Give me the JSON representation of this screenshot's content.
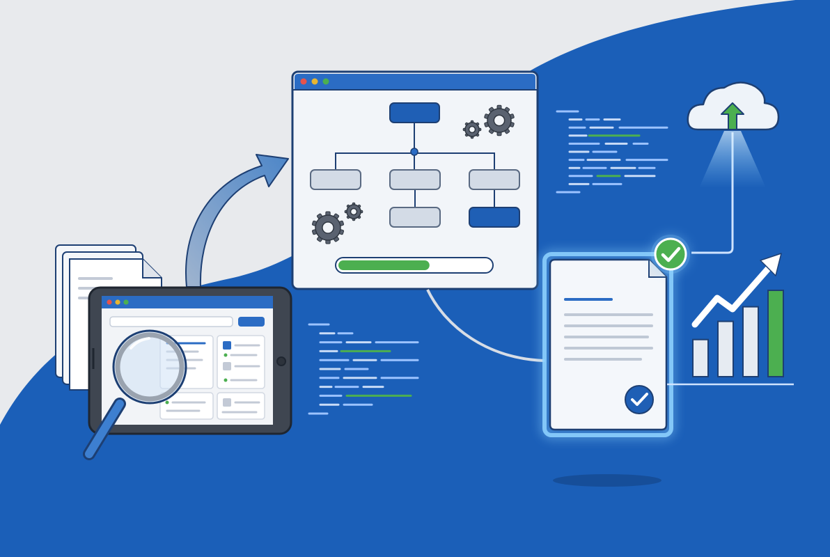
{
  "scene": {
    "title": "",
    "colors": {
      "background_light": "#e8eaed",
      "background_blue": "#1b5fb8",
      "panel": "#eef2f7",
      "panel_border": "#1d3f73",
      "titlebar": "#2b6cc4",
      "accent_green": "#4caf50",
      "glow": "#8fd3ff",
      "gear": "#5a6270",
      "dot_red": "#e5534b",
      "dot_yellow": "#e8b531",
      "dot_green": "#4caf50"
    }
  },
  "tablet": {
    "window_dots": [
      "red",
      "yellow",
      "green"
    ],
    "icons": [
      "document-stack-icon",
      "magnifier-icon"
    ]
  },
  "workflow_window": {
    "window_dots": [
      "red",
      "yellow",
      "green"
    ],
    "progress": 0.6,
    "icons": [
      "gear-icon",
      "gear-icon-small"
    ]
  },
  "document": {
    "status": "approved",
    "icons": [
      "check-badge-icon",
      "check-circle-icon"
    ]
  },
  "cloud": {
    "icons": [
      "cloud-upload-icon"
    ]
  },
  "growth_chart": {
    "bar_levels": [
      0.43,
      0.64,
      0.81,
      1.0
    ],
    "icons": [
      "trend-arrow-icon"
    ]
  }
}
